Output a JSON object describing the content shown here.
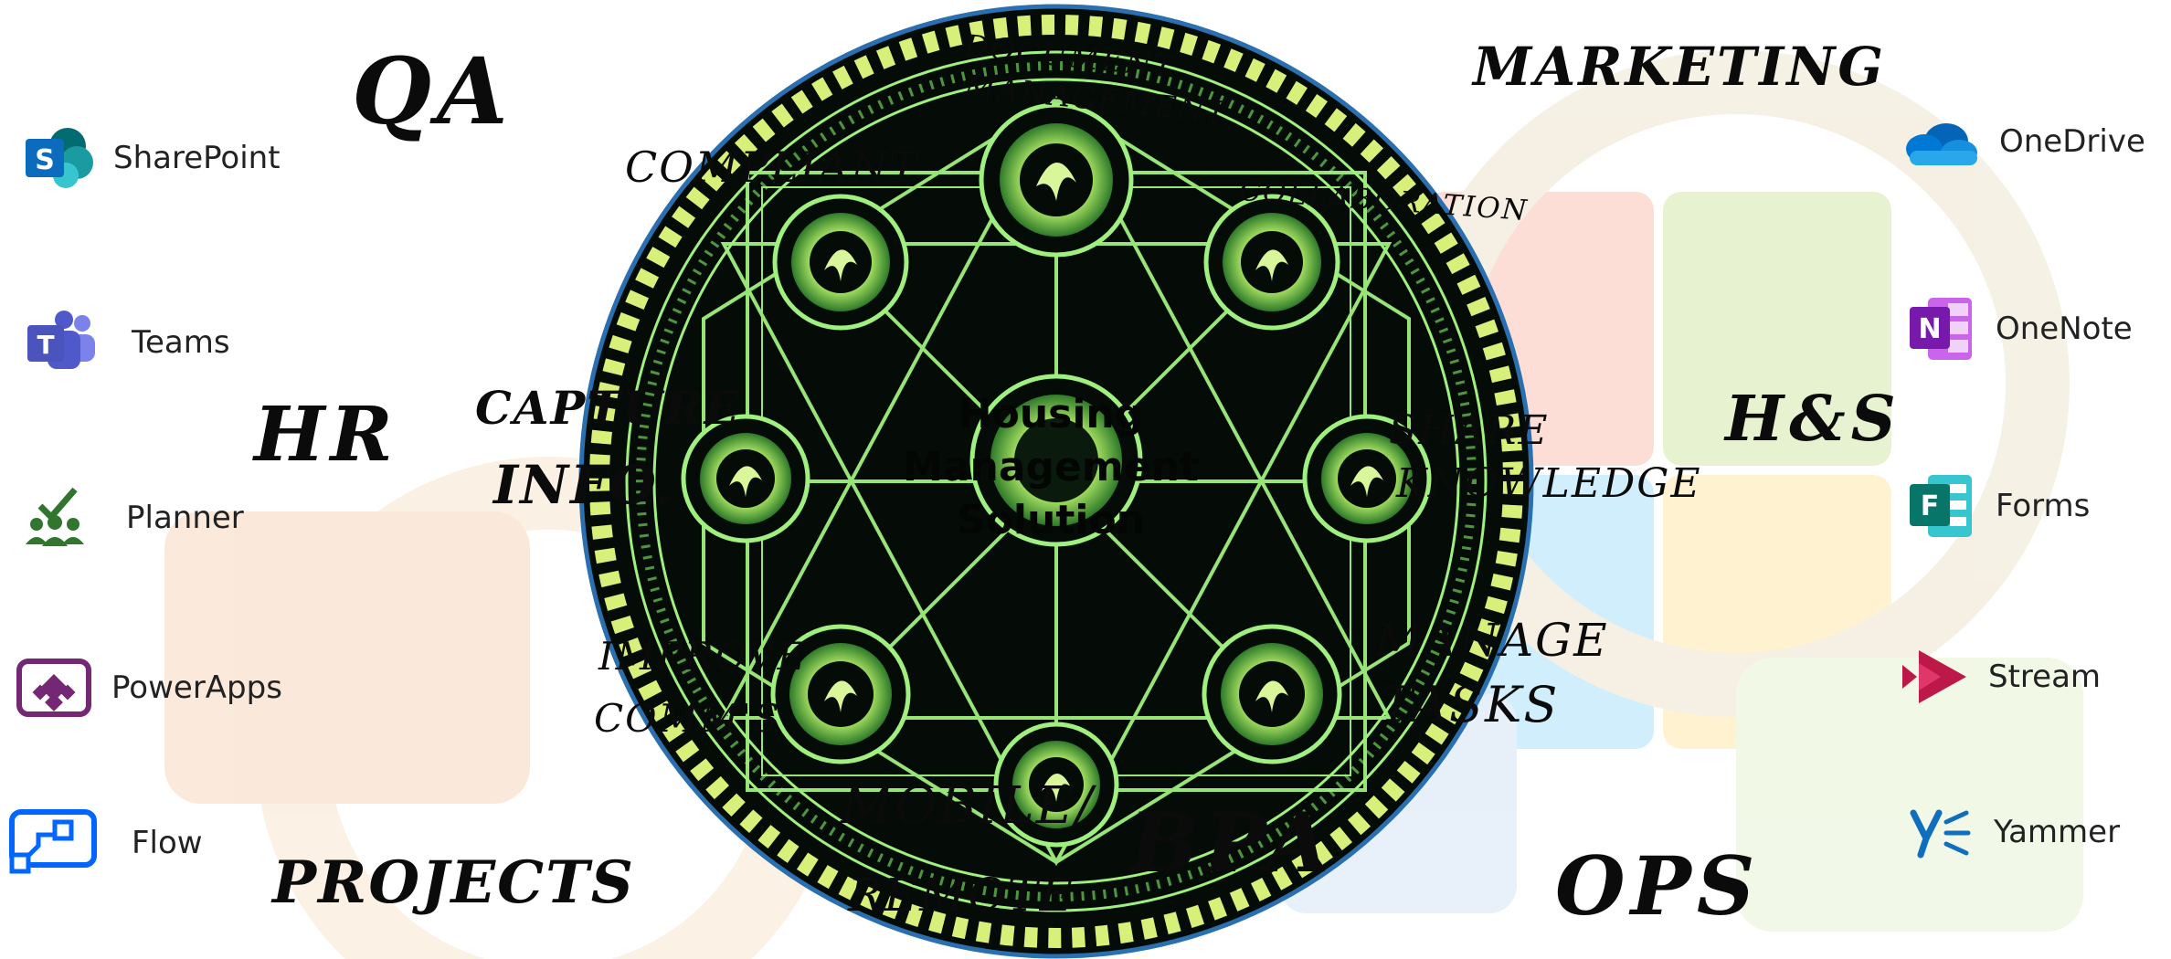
{
  "apps_left": [
    {
      "name": "SharePoint",
      "icon": "sharepoint-icon",
      "color": "#0b6cbd"
    },
    {
      "name": "Teams",
      "icon": "teams-icon",
      "color": "#5558af"
    },
    {
      "name": "Planner",
      "icon": "planner-icon",
      "color": "#31752f"
    },
    {
      "name": "PowerApps",
      "icon": "powerapps-icon",
      "color": "#742774"
    },
    {
      "name": "Flow",
      "icon": "flow-icon",
      "color": "#0066ff"
    }
  ],
  "apps_right": [
    {
      "name": "OneDrive",
      "icon": "onedrive-icon",
      "color": "#0a6bd0"
    },
    {
      "name": "OneNote",
      "icon": "onenote-icon",
      "color": "#7719aa"
    },
    {
      "name": "Forms",
      "icon": "forms-icon",
      "color": "#077568"
    },
    {
      "name": "Stream",
      "icon": "stream-icon",
      "color": "#bc1948"
    },
    {
      "name": "Yammer",
      "icon": "yammer-icon",
      "color": "#106ebe"
    }
  ],
  "center": {
    "line1": "Housing",
    "line2": "Management",
    "line3": "Solution"
  },
  "departments": {
    "qa": "QA",
    "marketing": "MARKETING",
    "hr": "HR",
    "hs": "H&S",
    "projects": "PROJECTS",
    "bpa": "BPA",
    "ops": "OPS"
  },
  "features": {
    "document_management_1": "DOCUMENT",
    "document_management_2": "MANAGEMENT",
    "compliant": "COMPLIANT",
    "collaboration": "COLLABORATION",
    "capture_1": "CAPTURE",
    "capture_2": "INFO.",
    "share_1": "SHARE",
    "share_2": "KNOWLEDGE",
    "improve_1": "IMPROVE",
    "improve_2": "COMM'S",
    "manage_1": "MANAGE",
    "manage_2": "TASKS",
    "mobile_1": "MOBILE/",
    "mobile_2": "REMOTE"
  },
  "colors": {
    "wheel_dark": "#050c07",
    "wheel_glow": "#9ff07e",
    "wheel_ring": "#d8f07a",
    "outer_border": "#2a6fb0"
  }
}
